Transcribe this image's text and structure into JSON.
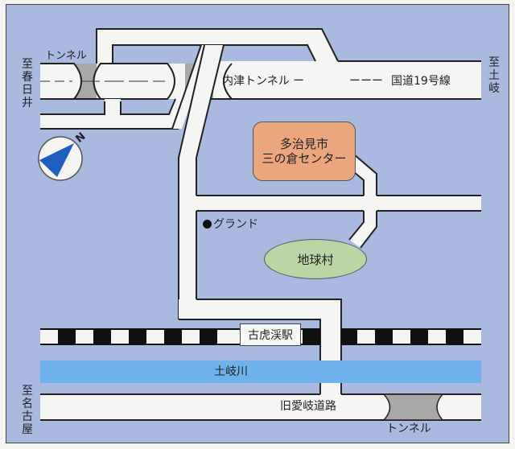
{
  "map": {
    "colors": {
      "background": "#a9b9e0",
      "road": "#f5f5f3",
      "tunnel": "#a8a8a8",
      "river": "#6fb1ea",
      "facility": "#eaa67c",
      "village": "#b9d6a4",
      "compass": "#1f5fbf"
    },
    "directions": {
      "to_kasugai": "至春日井",
      "to_toki": "至土岐",
      "to_nagoya": "至名古屋"
    },
    "roads": {
      "route19": "国道19号線",
      "utsutsu_tunnel": "内津トンネル ー",
      "route19_dashes": "ーーー",
      "old_aigi_road": "旧愛岐道路"
    },
    "tunnels": {
      "top_left": "トンネル",
      "bottom_right": "トンネル"
    },
    "landmarks": {
      "facility_line1": "多治見市",
      "facility_line2": "三の倉センター",
      "ground": "グランド",
      "village": "地球村",
      "station": "古虎渓駅",
      "river": "土岐川"
    },
    "compass": {
      "north_label": "N"
    }
  }
}
